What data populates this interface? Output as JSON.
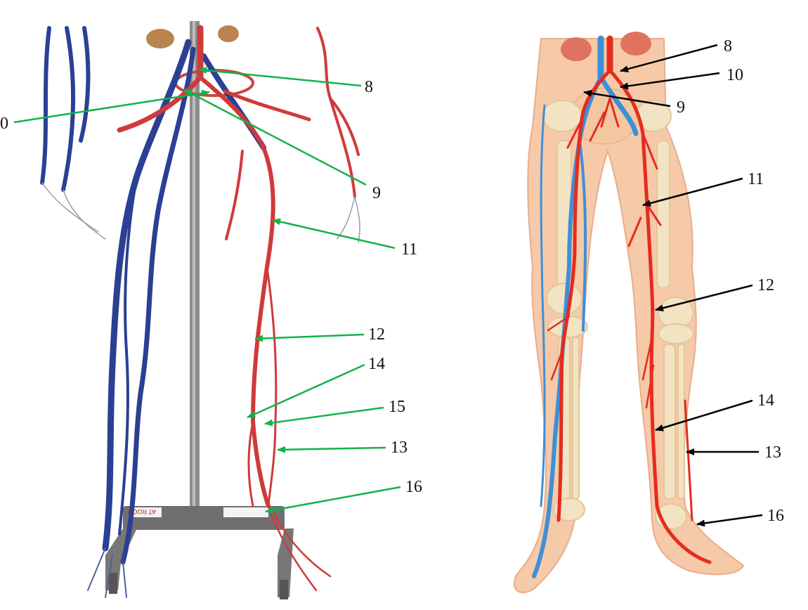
{
  "panels": [
    {
      "name": "vascular-model-photo",
      "labels": [
        "0",
        "8",
        "9",
        "11",
        "12",
        "14",
        "15",
        "13",
        "16"
      ],
      "stand_badge": "AT ROOU",
      "arrow_color": "#12b34a"
    },
    {
      "name": "leg-anatomy-illustration",
      "labels": [
        "8",
        "10",
        "9",
        "11",
        "12",
        "14",
        "13",
        "16"
      ],
      "arrow_color": "#000000"
    }
  ],
  "colors": {
    "artery": "#cf3a3a",
    "vein_model": "#2b3f93",
    "vein_illustration": "#3f8fd6",
    "skin": "#f6c9a8",
    "bone": "#f2e3c2",
    "stand": "#6f6f6f"
  }
}
